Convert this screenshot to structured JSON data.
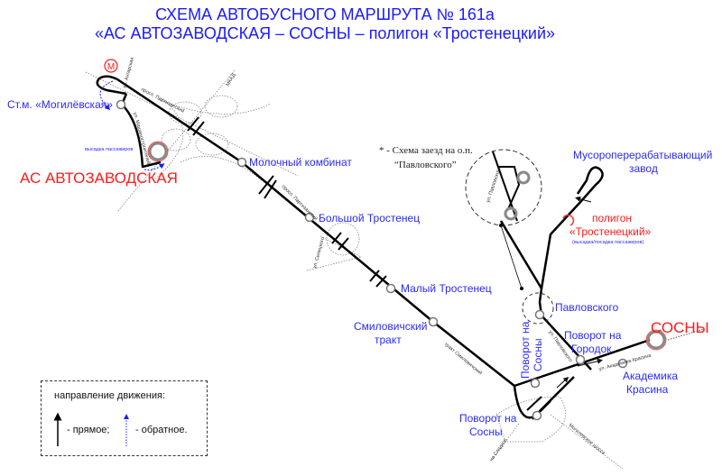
{
  "title": {
    "line1": "СХЕМА АВТОБУСНОГО МАРШРУТА № 161а",
    "line2": "«АС АВТОЗАВОДСКАЯ – СОСНЫ – полигон «Тростенецкий»"
  },
  "terminals": {
    "start": "АС АВТОЗАВОДСКАЯ",
    "end": "СОСНЫ",
    "polygon_line1": "полигон",
    "polygon_line2": "«Тростенецкий»",
    "polygon_note": "(высадка/посадка пассажиров)"
  },
  "stops": {
    "mogilevskaya": "Ст.м. «Могилёвская»",
    "molochny": "Молочный комбинат",
    "bolshoy": "Большой Тростенец",
    "maly": "Малый Тростенец",
    "smilovichsky_1": "Смиловичский",
    "smilovichsky_2": "тракт",
    "pavlovskogo": "Павловского",
    "povorot_sosny_v1": "Поворот на",
    "povorot_sosny_v2": "Сосны",
    "povorot_sosny_1": "Поворот на",
    "povorot_sosny_2": "Сосны",
    "gorodok_1": "Поворот на",
    "gorodok_2": "Городок",
    "krasina_1": "Академика",
    "krasina_2": "Красина",
    "factory_1": "Мусороперерабатывающий",
    "factory_2": "завод"
  },
  "streets": {
    "angarskaya": "ул. Ангарская",
    "partizansky": "просп. Партизанский",
    "partizansky2": "просп. Партизанский",
    "mkad": "МКАД",
    "mashinostroiteley": "ул. Машиностроителей",
    "vysadka": "высадка пассажиров",
    "selitskogo": "ул. Селицкого",
    "smilovichsky": "тракт Смиловичский",
    "pavlovskogo": "ул. Павловского",
    "pavlovskogo_inset": "ул. Павловского",
    "krasina": "ул. Академика Красина",
    "sladkoe": "на Сладкое",
    "mogilevskoe": "Могилевское шоссе"
  },
  "metro_symbol": "М",
  "inset_note": {
    "line1": "* - Схема заезд на о.п.",
    "line2": "“Павловского”"
  },
  "legend": {
    "heading": "направление движения:",
    "forward": "- прямое;",
    "backward": "- обратное."
  },
  "colors": {
    "route": "#000000",
    "stops_text": "#2a2aff",
    "terminal": "#ff1a1a",
    "backward_arrow": "#1a1aff"
  }
}
